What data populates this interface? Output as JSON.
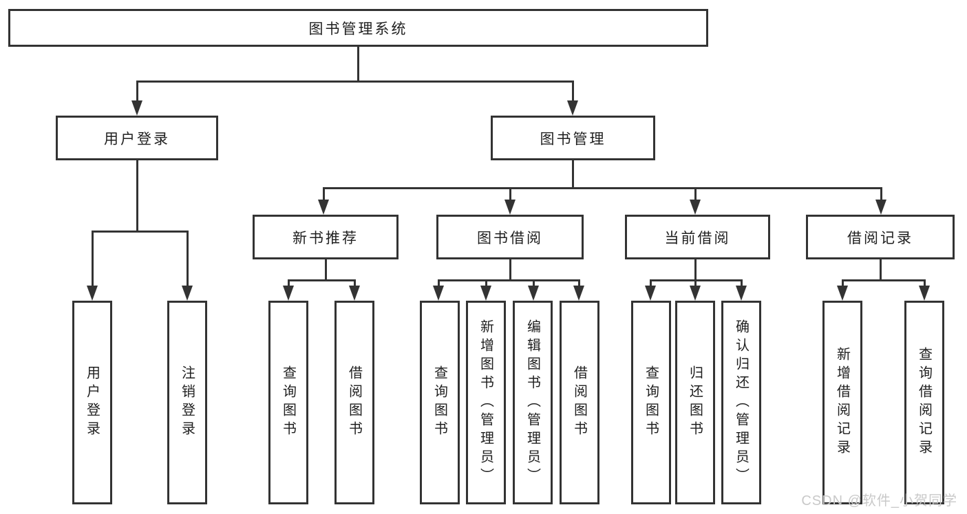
{
  "diagram_title": "图书管理系统",
  "nodes": {
    "root": "图书管理系统",
    "user_login": "用户登录",
    "book_mgmt": "图书管理",
    "new_book_rec": "新书推荐",
    "book_borrow": "图书借阅",
    "current_borrow": "当前借阅",
    "borrow_records": "借阅记录"
  },
  "leaves": {
    "user_login": [
      "用户登录",
      "注销登录"
    ],
    "new_book_rec": [
      "查询图书",
      "借阅图书"
    ],
    "book_borrow": [
      "查询图书",
      "新增图书（管理员）",
      "编辑图书（管理员）",
      "借阅图书"
    ],
    "current_borrow": [
      "查询图书",
      "归还图书",
      "确认归还（管理员）"
    ],
    "borrow_records": [
      "新增借阅记录",
      "查询借阅记录"
    ]
  },
  "watermark": "CSDN @软件_小贺同学",
  "colors": {
    "line": "#333333",
    "text": "#1f1f1f",
    "watermark": "#c9c9c9",
    "background": "#ffffff"
  }
}
